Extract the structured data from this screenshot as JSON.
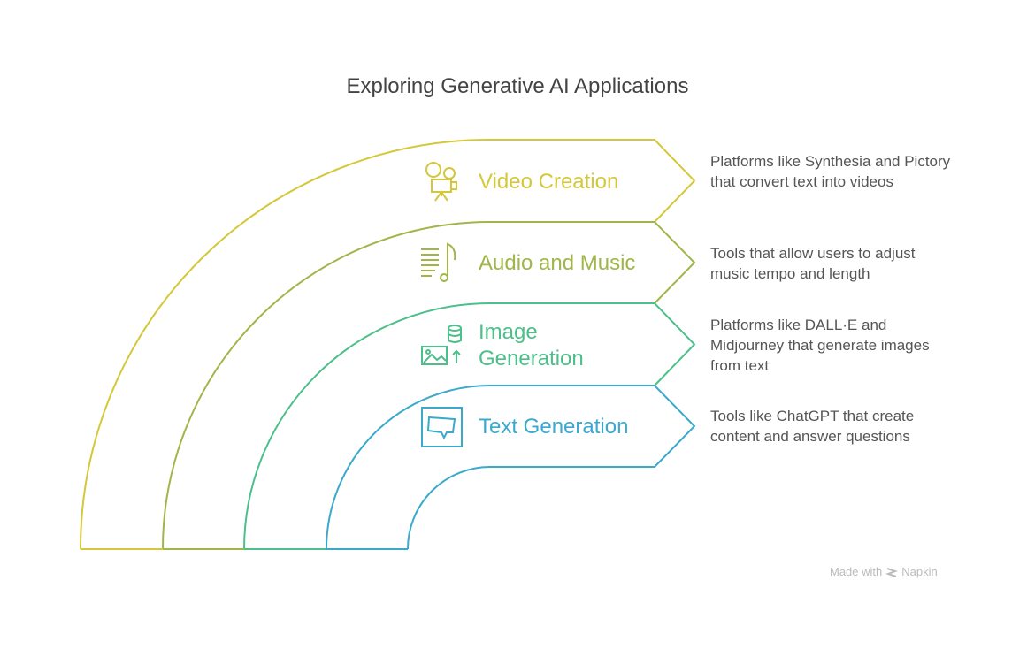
{
  "title": "Exploring Generative AI Applications",
  "items": [
    {
      "label": "Video Creation",
      "description": "Platforms like Synthesia and Pictory that convert text into videos",
      "color": "#d4c83a",
      "icon": "video-camera-icon"
    },
    {
      "label": "Audio and Music",
      "description": "Tools that allow users to adjust music tempo and length",
      "color": "#a0b649",
      "icon": "music-note-icon"
    },
    {
      "label_line1": "Image",
      "label_line2": "Generation",
      "description": "Platforms like DALL·E and Midjourney that generate images from text",
      "color": "#4cbf8a",
      "icon": "image-database-icon"
    },
    {
      "label": "Text Generation",
      "description": "Tools like ChatGPT that create content and answer questions",
      "color": "#3aa9cc",
      "icon": "chat-bubble-icon"
    }
  ],
  "watermark": {
    "prefix": "Made with",
    "brand": "Napkin"
  }
}
